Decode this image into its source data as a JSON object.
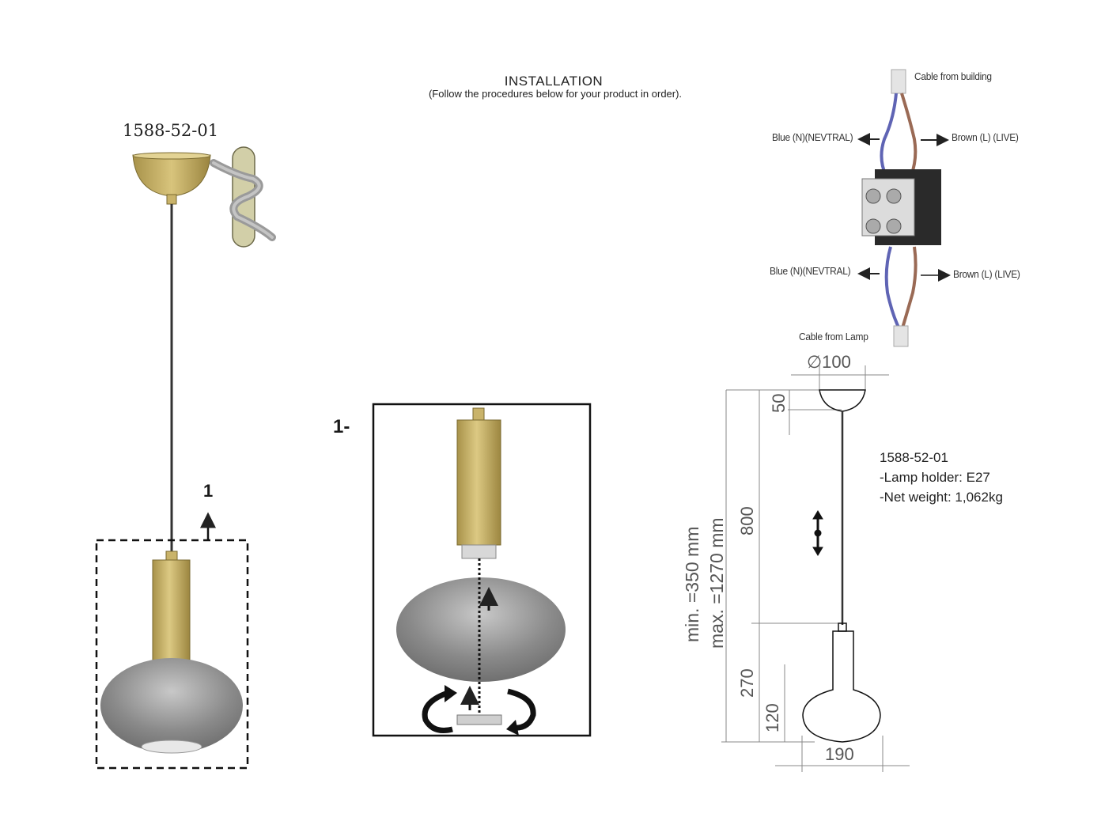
{
  "header": {
    "title": "INSTALLATION",
    "subtitle": "(Follow the procedures below for your product in order)."
  },
  "left_figure": {
    "model": "1588-52-01",
    "step_label": "1"
  },
  "step_figure": {
    "title": "1-"
  },
  "wiring": {
    "cable_from_building": "Cable from building",
    "blue_top": "Blue (N)(NEVTRAL)",
    "brown_top": "Brown (L) (LIVE)",
    "blue_bottom": "Blue (N)(NEVTRAL)",
    "brown_bottom": "Brown (L) (LIVE)",
    "cable_from_lamp": "Cable from Lamp"
  },
  "dimensions": {
    "diameter": "∅100",
    "canopy_height": "50",
    "cable_length": "800",
    "body_height": "270",
    "shade_height": "120",
    "shade_width": "190",
    "min_label": "min. =350 mm",
    "max_label": "max. =1270 mm"
  },
  "specs": {
    "model": "1588-52-01",
    "lamp_holder": "-Lamp holder: E27",
    "net_weight": "-Net weight: 1,062kg"
  },
  "colors": {
    "brass": "#c9b36a",
    "glass": "#8c8c8c",
    "blue_wire": "#5f64b4",
    "brown_wire": "#9a6a55"
  }
}
